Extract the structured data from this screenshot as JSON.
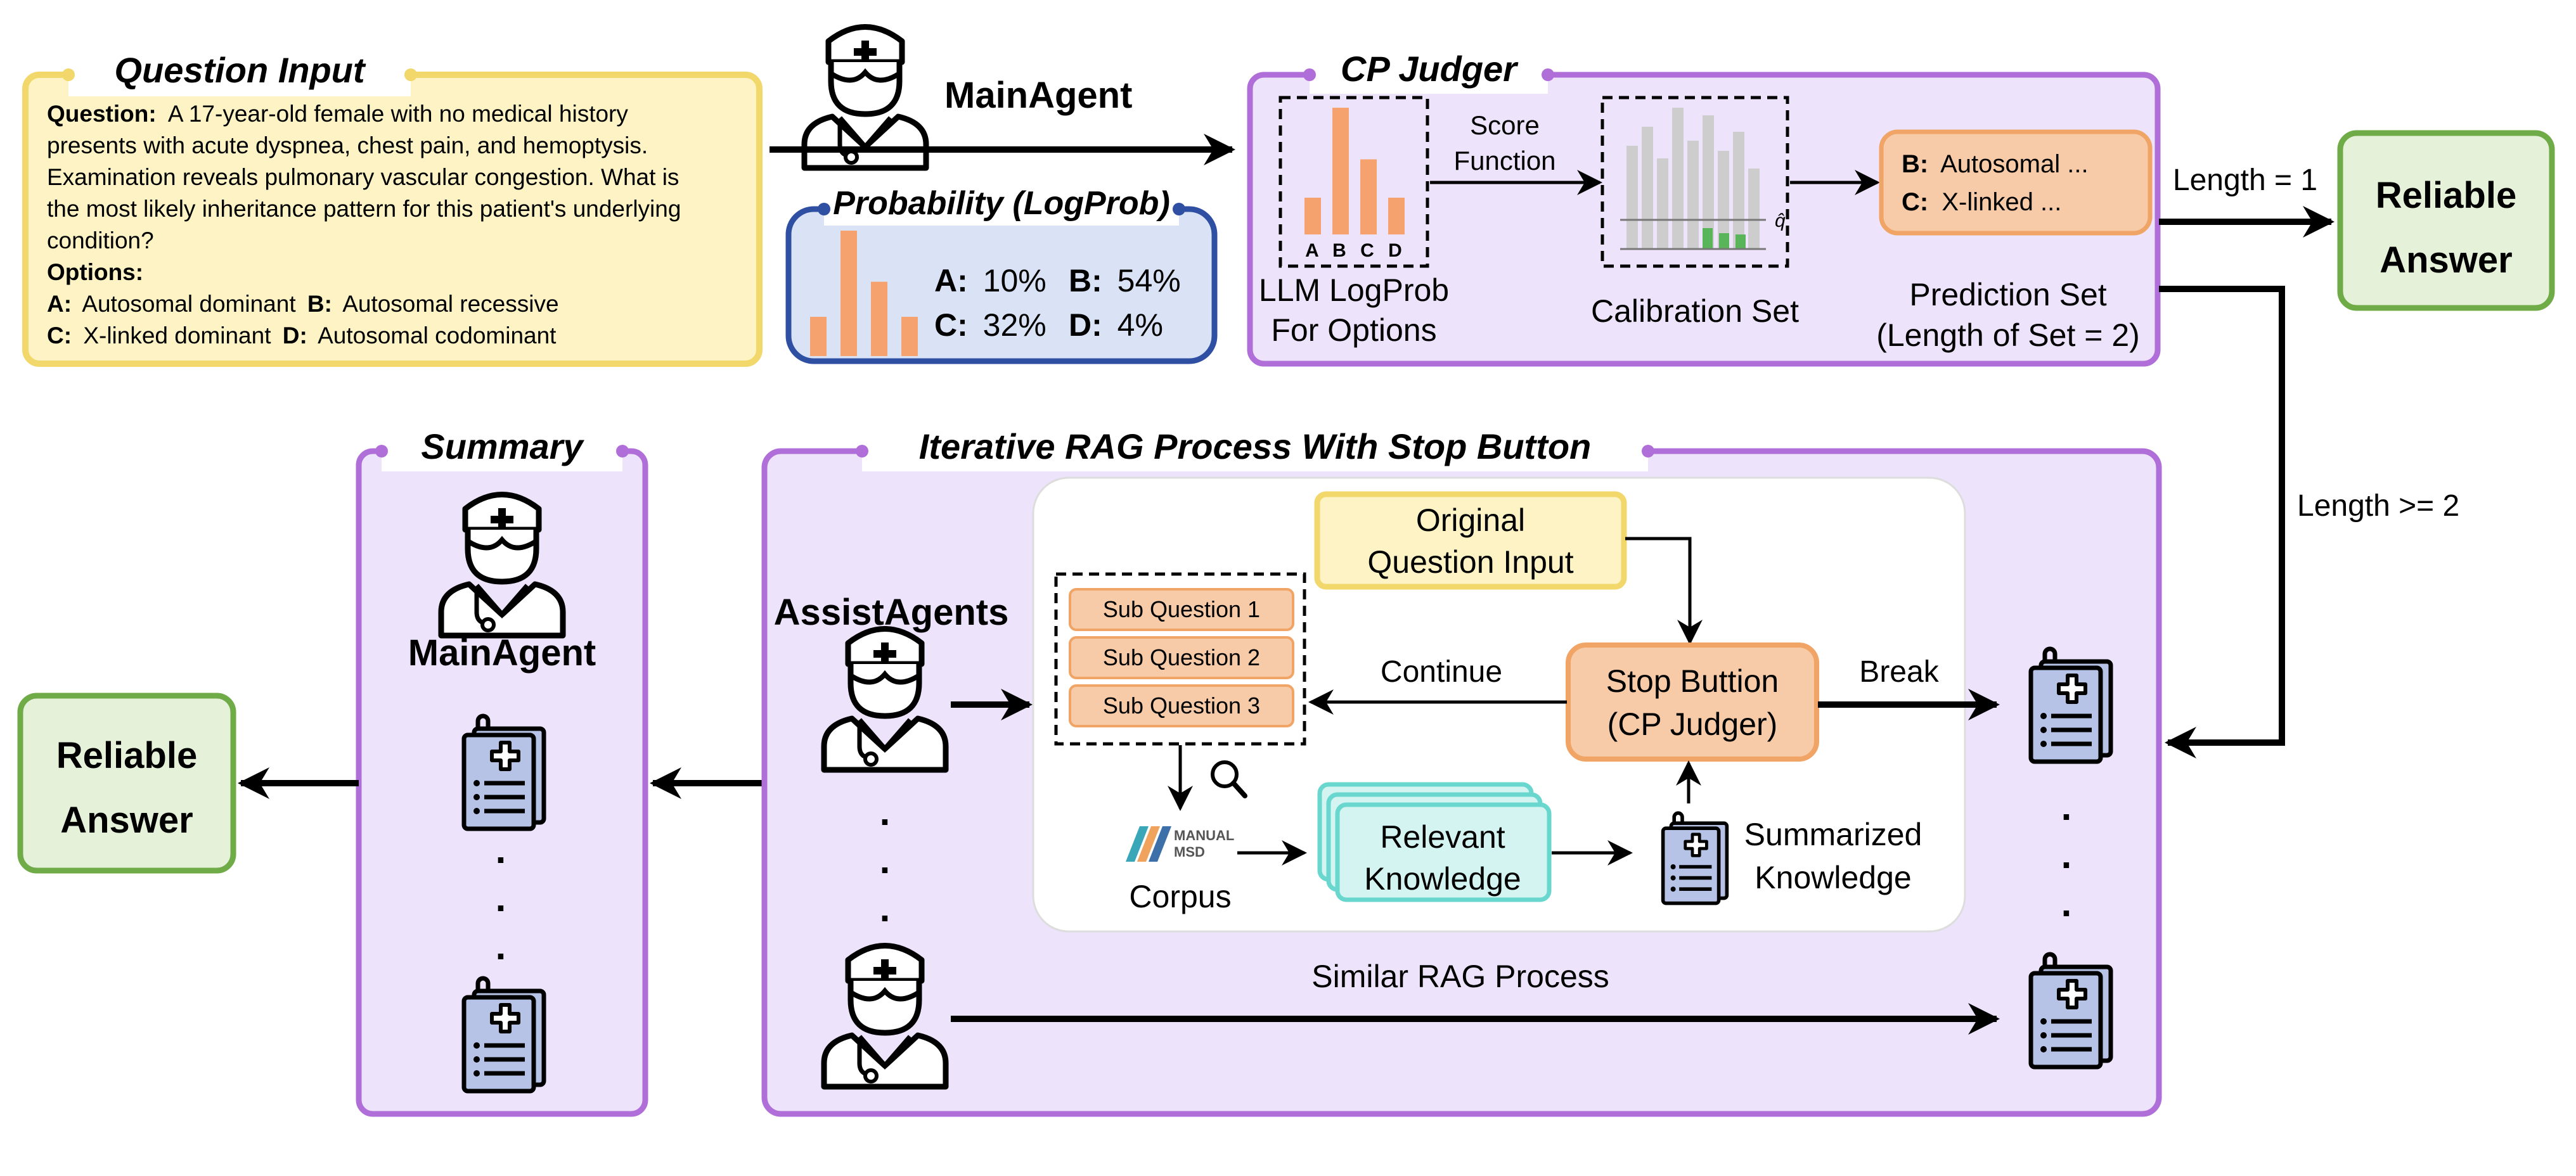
{
  "question_input": {
    "title": "Question Input",
    "question_label": "Question:",
    "question_lines": [
      "A 17-year-old female with no medical history",
      "presents with acute dyspnea, chest pain, and hemoptysis.",
      "Examination reveals pulmonary vascular congestion. What is",
      "the most likely inheritance pattern for this patient's underlying",
      "condition?"
    ],
    "options_label": "Options:",
    "options": [
      {
        "key": "A:",
        "text": "Autosomal dominant"
      },
      {
        "key": "B:",
        "text": "Autosomal recessive"
      },
      {
        "key": "C:",
        "text": "X-linked dominant"
      },
      {
        "key": "D:",
        "text": "Autosomal codominant"
      }
    ]
  },
  "main_agent": {
    "label": "MainAgent"
  },
  "probability": {
    "title": "Probability (LogProb)",
    "values": [
      {
        "key": "A:",
        "text": "10%",
        "fraction": 0.1
      },
      {
        "key": "B:",
        "text": "54%",
        "fraction": 0.54
      },
      {
        "key": "C:",
        "text": "32%",
        "fraction": 0.32
      },
      {
        "key": "D:",
        "text": "4%",
        "fraction": 0.04
      }
    ]
  },
  "cp_judger": {
    "title": "CP Judger",
    "logprob_caption": [
      "LLM LogProb",
      "For Options"
    ],
    "bar_letters": [
      "A",
      "B",
      "C",
      "D"
    ],
    "score_function": [
      "Score",
      "Function"
    ],
    "calibration_caption": "Calibration Set",
    "threshold_symbol": "q̂",
    "prediction_items": [
      {
        "key": "B:",
        "text": "Autosomal ..."
      },
      {
        "key": "C:",
        "text": "X-linked ..."
      }
    ],
    "prediction_caption": [
      "Prediction Set",
      "(Length of Set = 2)"
    ]
  },
  "flow": {
    "length_eq_1": "Length = 1",
    "length_ge_2": "Length >= 2"
  },
  "reliable_answer_top": [
    "Reliable",
    "Answer"
  ],
  "reliable_answer_left": [
    "Reliable",
    "Answer"
  ],
  "summary": {
    "title": "Summary",
    "agent_label": "MainAgent",
    "dots": "."
  },
  "rag": {
    "title": "Iterative RAG Process With Stop Button",
    "assist_label": "AssistAgents",
    "original_question": [
      "Original",
      "Question Input"
    ],
    "sub_questions": [
      "Sub Question 1",
      "Sub Question 2",
      "Sub Question 3"
    ],
    "continue_label": "Continue",
    "break_label": "Break",
    "stop_button": [
      "Stop Buttion",
      "(CP Judger)"
    ],
    "corpus_label": "Corpus",
    "corpus_logo": [
      "MANUAL",
      "MSD"
    ],
    "relevant_knowledge": [
      "Relevant",
      "Knowledge"
    ],
    "summarized_knowledge": [
      "Summarized",
      "Knowledge"
    ],
    "similar_rag": "Similar RAG Process",
    "dots": "."
  },
  "colors": {
    "yellow_fill": "#fdf3c4",
    "yellow_stroke": "#f2d76a",
    "purple_fill": "#ede3fb",
    "purple_stroke": "#b06fd8",
    "blue_fill": "#dae3f6",
    "blue_stroke": "#2f4fa3",
    "orange_fill": "#f8cba8",
    "orange_stroke": "#f0a466",
    "orange_bar": "#f5a26e",
    "green_fill": "#e5f2d9",
    "green_stroke": "#6fac47",
    "teal_fill": "#d3f4f1",
    "teal_stroke": "#6ad7cf",
    "doc_fill": "#b6c3e7"
  }
}
